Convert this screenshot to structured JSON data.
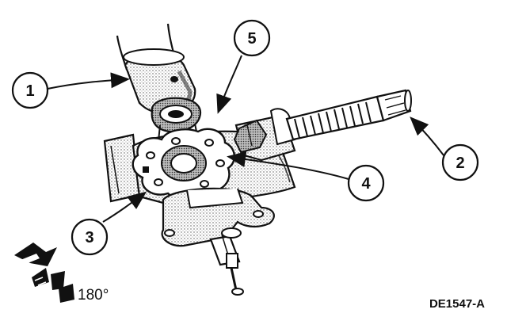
{
  "callouts": {
    "c1": "1",
    "c2": "2",
    "c3": "3",
    "c4": "4",
    "c5": "5"
  },
  "rotation": {
    "label": "180°",
    "icon": "rotate-arrow-icon"
  },
  "figure_id": "DE1547-A",
  "colors": {
    "ink": "#111111",
    "paper": "#ffffff",
    "shade": "#8a8a8a",
    "light_shade": "#cfcfcf"
  }
}
